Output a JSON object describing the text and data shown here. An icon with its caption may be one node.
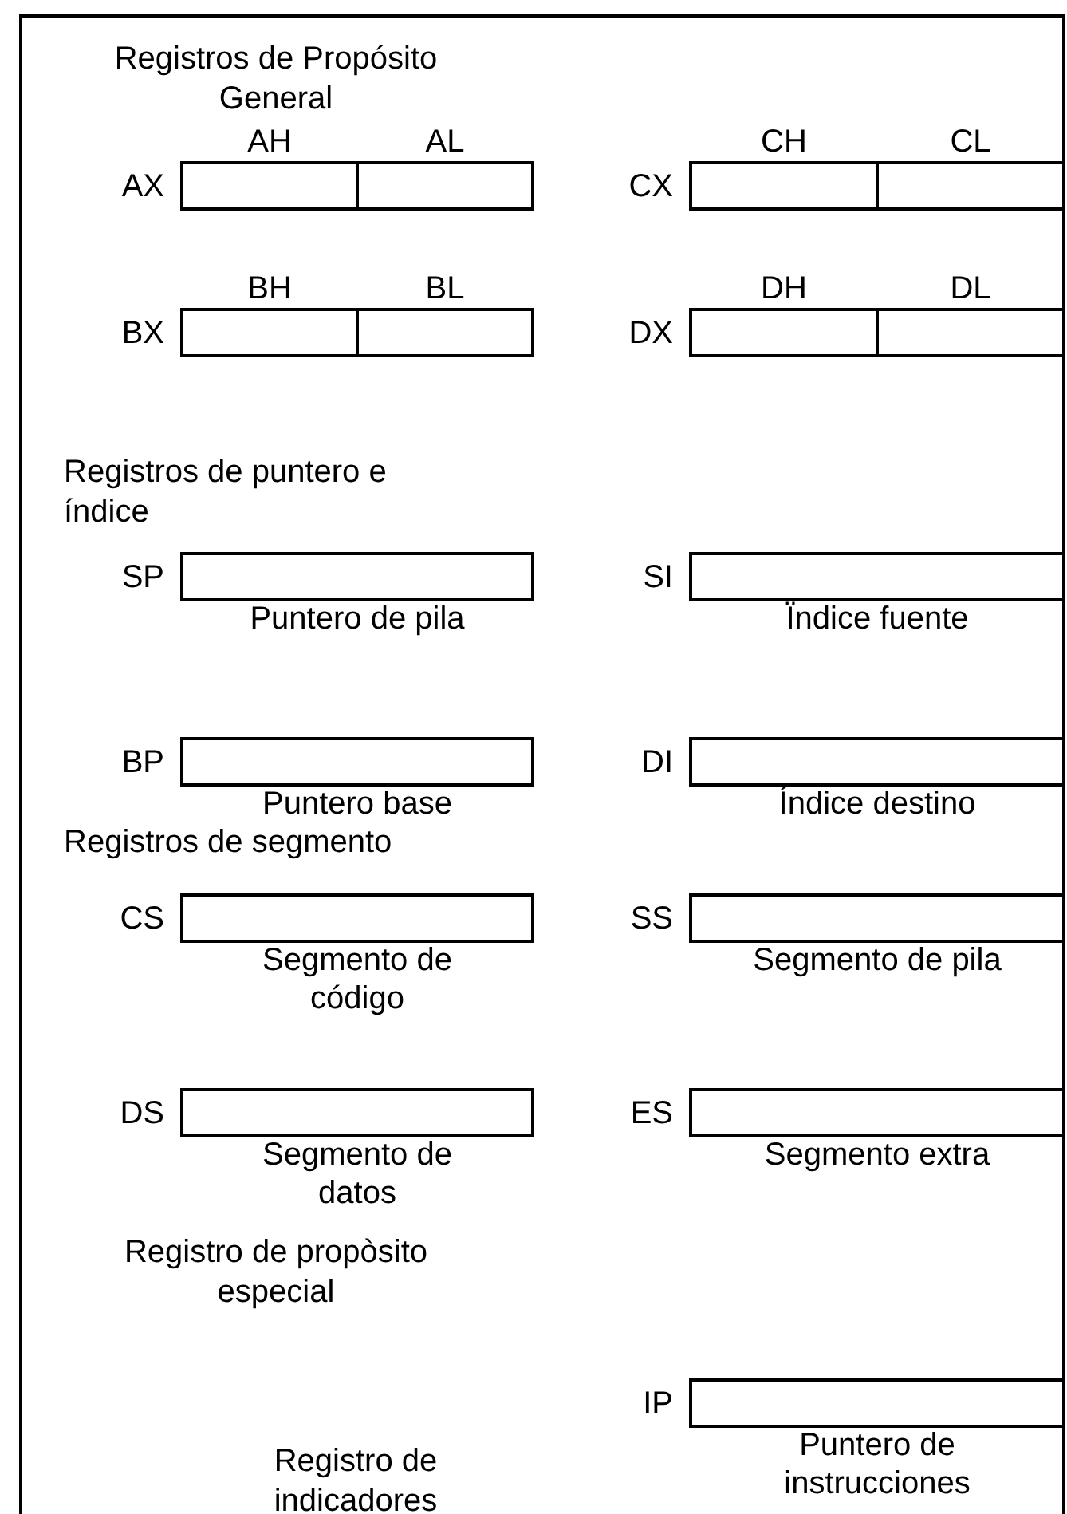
{
  "diagram": {
    "nodes": [
      {
        "text": [],
        "shape": "box"
      },
      {
        "text": [],
        "shape": "box",
        "in": 0,
        "beside": [
          "AX"
        ]
      },
      {
        "text": [],
        "shape": "box",
        "in": 1,
        "beside": [
          "AH"
        ]
      },
      {
        "text": [],
        "shape": "box",
        "in": 1,
        "beside": [
          "AL"
        ]
      },
      {
        "text": [],
        "shape": "box",
        "in": 0,
        "beside": [
          "CX"
        ]
      },
      {
        "text": [],
        "shape": "box",
        "in": 4,
        "beside": [
          "CH"
        ]
      },
      {
        "text": [],
        "shape": "box",
        "in": 4,
        "beside": [
          "CL"
        ]
      },
      {
        "text": [],
        "shape": "box",
        "in": 0,
        "beside": [
          "BX"
        ]
      },
      {
        "text": [],
        "shape": "box",
        "in": 7,
        "beside": [
          "BH"
        ]
      },
      {
        "text": [],
        "shape": "box",
        "in": 7,
        "beside": [
          "BL"
        ]
      },
      {
        "text": [],
        "shape": "box",
        "in": 0,
        "beside": [
          "DX"
        ]
      },
      {
        "text": [],
        "shape": "box",
        "in": 10,
        "beside": [
          "DH"
        ]
      },
      {
        "text": [],
        "shape": "box",
        "in": 10,
        "beside": [
          "DL"
        ]
      },
      {
        "text": [],
        "shape": "box",
        "in": 0,
        "beside": [
          "SP",
          "Puntero de pila"
        ]
      },
      {
        "text": [],
        "shape": "box",
        "in": 0,
        "beside": [
          "SI",
          "Ïndice fuente"
        ]
      },
      {
        "text": [],
        "shape": "box",
        "in": 0,
        "beside": [
          "BP",
          "Puntero base"
        ]
      },
      {
        "text": [],
        "shape": "box",
        "in": 0,
        "beside": [
          "DI",
          "Índice destino"
        ]
      },
      {
        "text": [],
        "shape": "box",
        "in": 0,
        "beside": [
          "CS",
          "Segmento de código"
        ]
      },
      {
        "text": [],
        "shape": "box",
        "in": 0,
        "beside": [
          "SS",
          "Segmento de pila"
        ]
      },
      {
        "text": [],
        "shape": "box",
        "in": 0,
        "beside": [
          "DS",
          "Segmento de datos"
        ]
      },
      {
        "text": [],
        "shape": "box",
        "in": 0,
        "beside": [
          "ES",
          "Segmento extra"
        ]
      },
      {
        "text": [],
        "shape": "box",
        "in": 0,
        "beside": [
          "IP",
          "Puntero de instrucciones"
        ]
      }
    ],
    "labels": [
      "Registros de Propósito General",
      "Registros de puntero e índice",
      "Registros de segmento",
      "Registro de propòsito especial",
      "Registro de indicadores"
    ]
  }
}
